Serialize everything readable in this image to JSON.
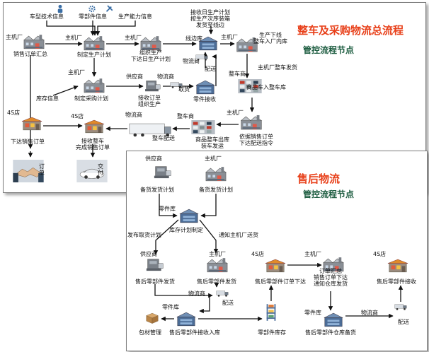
{
  "panel1": {
    "title": "整车及采购物流总流程",
    "subtitle": "管控流程节点",
    "labels": {
      "tech_info": "车型技术信息",
      "part_info": "零部件信息",
      "capacity_info": "生产能力信息",
      "plant_1": "主机厂",
      "sales_summary": "销售订单汇总",
      "plant_2": "主机厂",
      "make_prod_plan": "制定生产计划",
      "plant_3": "主机厂",
      "organize_prod": "组织生产\n下达日生产计划",
      "receive_plan": "接收日生产计划\n按生产次序装箱\n发货至线边",
      "line_side": "线边库",
      "plant_4": "主机厂",
      "offline_storage": "生产下线\n整车入厂内库",
      "carrier_1": "物流商",
      "delivery_1": "配送",
      "plant_5": "主机厂",
      "inventory_info": "库存信息",
      "make_purchase_plan": "制定采购计划",
      "supplier_1": "供应商",
      "carrier_2": "物流商",
      "receive_order": "接收订单\n组织生产",
      "pickup": "取货",
      "part_receipt": "零件接收",
      "vehicle_carrier_1": "整车商",
      "plant_dispatch": "主机厂整车发货",
      "vehicle_in": "商品车入整车库",
      "dealer_1": "4S店",
      "dealer_2": "4S店",
      "carrier_3": "物流商",
      "vehicle_carrier_2": "整车商",
      "plant_6": "主机厂",
      "issue_sales_order": "下达销售订单",
      "receive_vehicle": "接收整车\n完成销售订单",
      "vehicle_delivery": "整车配送",
      "vehicle_out": "商品整车出库\n装车发运",
      "per_sales_order": "依据销售订单\n下达配送指令",
      "order": "订\n单",
      "handover": "交\n付"
    }
  },
  "panel2": {
    "title": "售后物流",
    "subtitle": "管控流程节点",
    "labels": {
      "supplier_a": "供应商",
      "plant_a": "主机厂",
      "stock_plan_a": "备货发货计划",
      "stock_plan_b": "备货发货计划",
      "parts_store_a": "零件库",
      "inventory_plan": "库存计划制定",
      "publish_pickup": "发布取货计划",
      "notify_plant": "通知主机厂送货",
      "supplier_b": "供应商",
      "plant_b": "主机厂",
      "dealer_a": "4S店",
      "plant_c": "主机厂",
      "dealer_b": "4S店",
      "aftersales_ship_a": "售后零部件发货",
      "aftersales_ship_b": "售后零部件发货",
      "aftersales_order": "售后零部件订单下达",
      "order_summary": "订单汇总\n销售订单下达\n通知仓库发货",
      "aftersales_receive": "售后零部件接收",
      "carrier_a": "物流商",
      "delivery_a": "配送",
      "parts_store_b": "零件库",
      "packing": "包材管理",
      "aftersales_inbound": "售后零部件接收入库",
      "parts_inventory": "零部件库存",
      "parts_store_c": "零件库",
      "carrier_b": "物流商",
      "warehouse_stock": "售后零部件仓库备货",
      "delivery_b": "配送"
    }
  },
  "colors": {
    "title_red": "#e8401a",
    "subtitle_green": "#1f5e42",
    "arrow": "#111111",
    "border": "#7d7d7d"
  }
}
